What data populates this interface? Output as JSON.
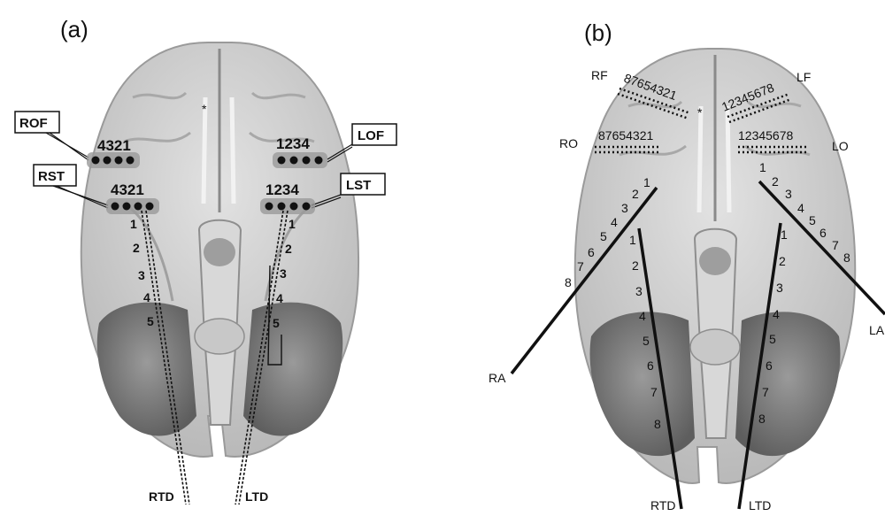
{
  "panels": {
    "a": {
      "label": "(a)",
      "regions": {
        "rof": {
          "label": "ROF",
          "numbers": "4321"
        },
        "lof": {
          "label": "LOF",
          "numbers": "1234"
        },
        "rst": {
          "label": "RST",
          "numbers": "4321"
        },
        "lst": {
          "label": "LST",
          "numbers": "1234"
        }
      },
      "right_strip_numbers": [
        "1",
        "2",
        "3",
        "4",
        "5"
      ],
      "left_strip_numbers": [
        "1",
        "2",
        "3",
        "4",
        "5"
      ],
      "leads": {
        "rtd": "RTD",
        "ltd": "LTD"
      }
    },
    "b": {
      "label": "(b)",
      "regions": {
        "rf": {
          "label": "RF",
          "numbers": "87654321"
        },
        "lf": {
          "label": "LF",
          "numbers": "12345678"
        },
        "ro": {
          "label": "RO",
          "numbers": "87654321"
        },
        "lo": {
          "label": "LO",
          "numbers": "12345678"
        }
      },
      "ra_numbers": [
        "1",
        "2",
        "3",
        "4",
        "5",
        "6",
        "7",
        "8"
      ],
      "la_numbers": [
        "1",
        "2",
        "3",
        "4",
        "5",
        "6",
        "7",
        "8"
      ],
      "rtd_numbers": [
        "1",
        "2",
        "3",
        "4",
        "5",
        "6",
        "7",
        "8"
      ],
      "ltd_numbers": [
        "1",
        "2",
        "3",
        "4",
        "5",
        "6",
        "7",
        "8"
      ],
      "leads": {
        "ra": "RA",
        "la": "LA",
        "rtd": "RTD",
        "ltd": "LTD"
      }
    }
  },
  "colors": {
    "brain_light": "#d2d2d2",
    "brain_mid": "#b4b4b4",
    "brain_dark": "#7a7a7a",
    "ink": "#111111"
  }
}
